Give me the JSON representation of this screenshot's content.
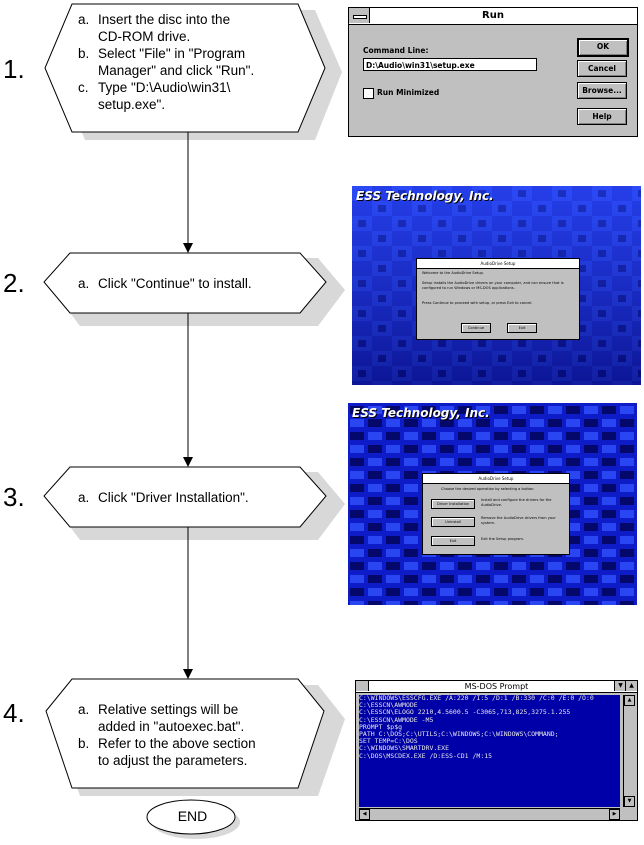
{
  "steps": [
    {
      "number": "1.",
      "lines": [
        {
          "marker": "a.",
          "text": "Insert the disc into the"
        },
        {
          "marker": "",
          "text": "CD-ROM drive."
        },
        {
          "marker": "b.",
          "text": "Select \"File\" in \"Program"
        },
        {
          "marker": "",
          "text": "Manager\" and click \"Run\"."
        },
        {
          "marker": "c.",
          "text": "Type \"D:\\Audio\\win31\\"
        },
        {
          "marker": "",
          "text": "setup.exe\"."
        }
      ]
    },
    {
      "number": "2.",
      "lines": [
        {
          "marker": "a.",
          "text": "Click \"Continue\" to install."
        }
      ]
    },
    {
      "number": "3.",
      "lines": [
        {
          "marker": "a.",
          "text": "Click \"Driver Installation\"."
        }
      ]
    },
    {
      "number": "4.",
      "lines": [
        {
          "marker": "a.",
          "text": "Relative settings will be"
        },
        {
          "marker": "",
          "text": "added in \"autoexec.bat\"."
        },
        {
          "marker": "b.",
          "text": "Refer to the above section"
        },
        {
          "marker": "",
          "text": "to adjust the parameters."
        }
      ]
    }
  ],
  "end_label": "END",
  "run_dialog": {
    "title": "Run",
    "command_line_label": "Command Line:",
    "command_value": "D:\\Audio\\win31\\setup.exe",
    "run_minimized_label": "Run Minimized",
    "buttons": [
      "OK",
      "Cancel",
      "Browse...",
      "Help"
    ]
  },
  "screen2": {
    "brand": "ESS Technology, Inc.",
    "dialog_title": "AudioDrive Setup",
    "paragraphs": [
      "Welcome to the AudioDrive Setup.",
      "Setup installs the AudioDrive drivers on your computer, and can ensure that is configured to run Windows or MS-DOS applications.",
      "Press Continue to proceed with setup, or press Exit to cancel."
    ],
    "buttons": [
      "Continue",
      "Exit"
    ]
  },
  "screen3": {
    "brand": "ESS Technology, Inc.",
    "dialog_title": "AudioDrive Setup",
    "heading": "Choose the desired operation by selecting a button.",
    "options": [
      {
        "button": "Driver Installation",
        "desc": "Install and configure the drivers for the AudioDrive."
      },
      {
        "button": "Uninstall",
        "desc": "Remove the AudioDrive drivers from your system."
      },
      {
        "button": "Exit",
        "desc": "Exit the Setup program."
      }
    ]
  },
  "dos_window": {
    "title": "MS-DOS Prompt",
    "lines": [
      "C:\\WINDOWS\\ESSCFG.EXE /A:220 /I:5 /D:1 /B:330 /C:0 /E:0 /O:0",
      "C:\\ESSCN\\AWMODE",
      "C:\\ESSCN\\ELOGO 2210,4.5600.5 -C3065,713,825,3275.1.255",
      "C:\\ESSCN\\AWMODE -M5",
      "PROMPT $p$g",
      "PATH C:\\DOS;C:\\UTILS;C:\\WINDOWS;C:\\WINDOWS\\COMMAND;",
      "SET TEMP=C:\\DOS",
      "C:\\WINDOWS\\SMARTDRV.EXE",
      "C:\\DOS\\MSCDEX.EXE /D:ESS-CD1 /M:15"
    ]
  },
  "colors": {
    "desktop_blue": "#1a2cd8",
    "dos_blue": "#0000a8",
    "dialog_gray": "#c0c0c0"
  }
}
